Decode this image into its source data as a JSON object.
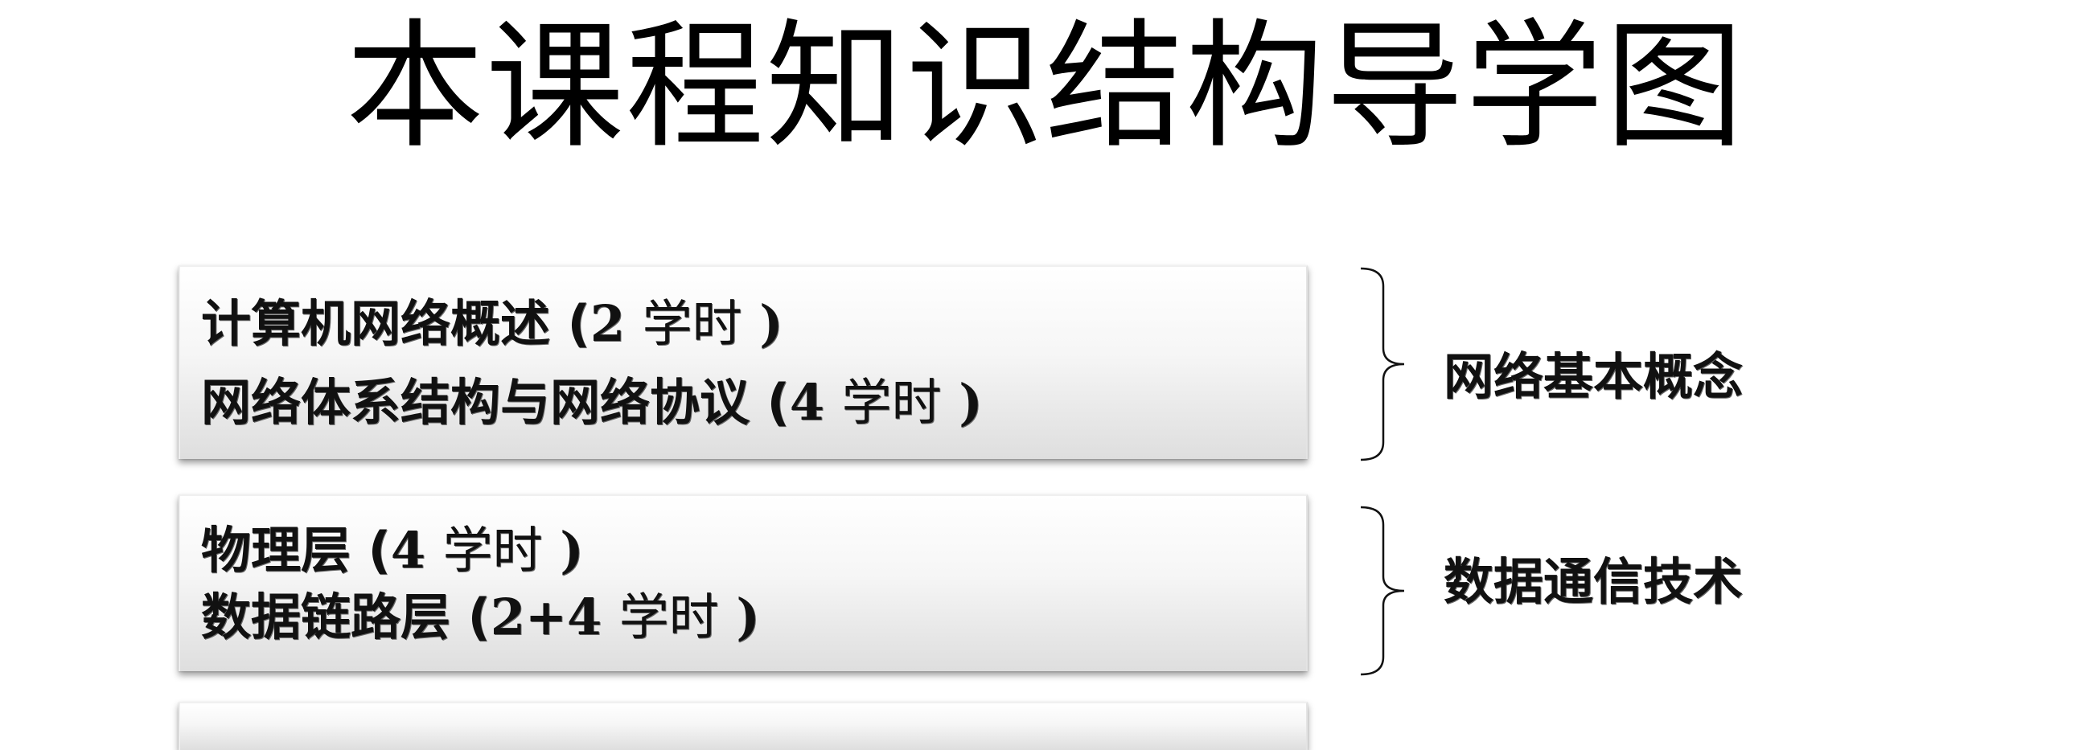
{
  "title": "本课程知识结构导学图",
  "sections": [
    {
      "lines": [
        {
          "name": "计算机网络概述 (",
          "hours": "2",
          "unit": "学时",
          "close": ")"
        },
        {
          "name": "网络体系结构与网络协议 (",
          "hours": "4",
          "unit": "学时",
          "close": ")"
        }
      ],
      "group_label": "网络基本概念"
    },
    {
      "lines": [
        {
          "name": "物理层 (",
          "hours": "4",
          "unit": "学时",
          "close": ")"
        },
        {
          "name": "数据链路层   (",
          "hours": "2+4",
          "unit": "学时",
          "close": ")"
        }
      ],
      "group_label": "数据通信技术"
    }
  ]
}
